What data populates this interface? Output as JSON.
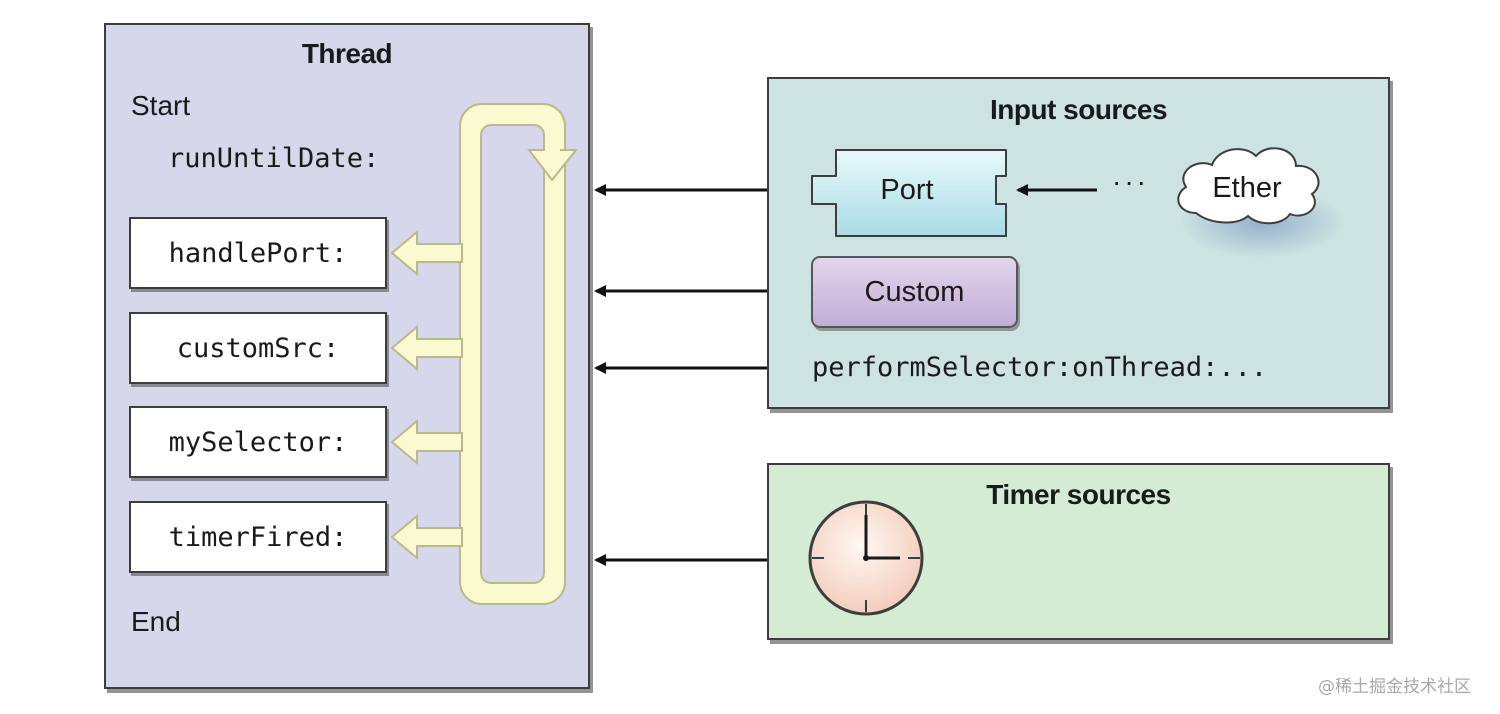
{
  "thread": {
    "title": "Thread",
    "start_label": "Start",
    "run_method": "runUntilDate:",
    "end_label": "End",
    "handlers": [
      "handlePort:",
      "customSrc:",
      "mySelector:",
      "timerFired:"
    ]
  },
  "input_sources": {
    "title": "Input sources",
    "port_label": "Port",
    "custom_label": "Custom",
    "ether_label": "Ether",
    "ellipsis": "···",
    "perform_selector": "performSelector:onThread:..."
  },
  "timer_sources": {
    "title": "Timer sources"
  },
  "watermark": "@稀土掘金技术社区",
  "colors": {
    "thread_bg": "#d6d7ea",
    "input_bg": "#cce3e1",
    "timer_bg": "#d4ebd4",
    "loop_fill": "#fafad0",
    "loop_stroke": "#b9b98a",
    "port_fill": "#c8ecf0",
    "custom_fill": "#d2c2e0",
    "clock_face": "#fbe8df"
  },
  "icons": [
    "clock-icon",
    "cloud-icon",
    "loop-arrow-icon"
  ]
}
